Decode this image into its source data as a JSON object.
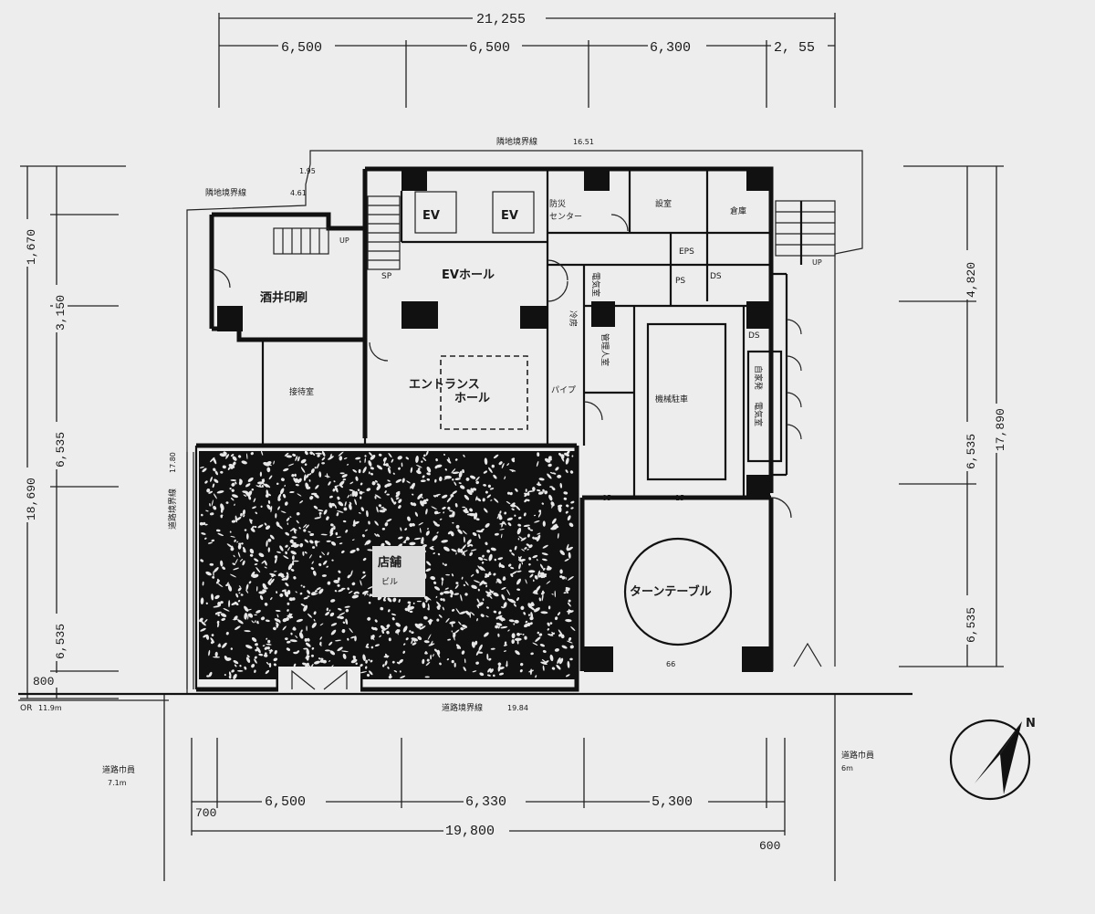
{
  "top_dimensions": {
    "total": "21,255",
    "segment_1": "6,500",
    "segment_2": "6,500",
    "segment_3": "6,300",
    "segment_4": "2, 55"
  },
  "bottom_dimensions": {
    "total": "19,800",
    "segment_1": "6,500",
    "segment_2": "6,330",
    "segment_3": "5,300",
    "left_offset": "700",
    "right_offset": "600"
  },
  "left_dimensions": {
    "total": "18,690",
    "segment_1": "1,670",
    "segment_2": "3,150",
    "segment_3": "6,535",
    "segment_4": "6,535",
    "segment_5": "800"
  },
  "right_dimensions": {
    "total": "17,890",
    "segment_1": "4,820",
    "segment_2": "6,535",
    "segment_3": "6,535"
  },
  "boundary_labels": {
    "north": "隣地境界線",
    "north_value": "16.51",
    "northwest": "隣地境界線",
    "northwest_value": "4.61",
    "west": "道路境界線",
    "west_value": "17.80",
    "south": "道路境界線",
    "south_value": "19.84",
    "corner": "OR",
    "corner_value": "11.9m",
    "road_west": "道路巾員",
    "road_west_width": "7.1m",
    "road_east": "道路巾員",
    "road_east_width": "6m",
    "small_a": "1.95"
  },
  "rooms": {
    "ev_1": "EV",
    "ev_2": "EV",
    "ev_hall": "EVホール",
    "sakai_insatsu": "酒井印刷",
    "sakai_note": "SP",
    "settaishitsu": "接待室",
    "entrance_line1": "エントランス",
    "entrance_line2": "ホール",
    "boiler": "防災",
    "boiler_line2": "センター",
    "kanrinin": "管理人室",
    "kikai": "機械駐車",
    "kishitsu": "設室",
    "soko": "倉庫",
    "eps": "EPS",
    "ps": "PS",
    "ds": "DS",
    "ds2": "DS",
    "denki": "電気室",
    "jibika": "自家発",
    "jibika2": "電気室",
    "chushajo": "店舗",
    "chushajo2": "ビル",
    "turntable": "ターンテーブル",
    "reibou": "冷房",
    "pipe": "パイプ",
    "mark_85": "85",
    "mark_15": "15",
    "mark_66": "66",
    "mark_up": "UP",
    "mark_up2": "UP"
  },
  "compass": {
    "north_label": "N"
  }
}
